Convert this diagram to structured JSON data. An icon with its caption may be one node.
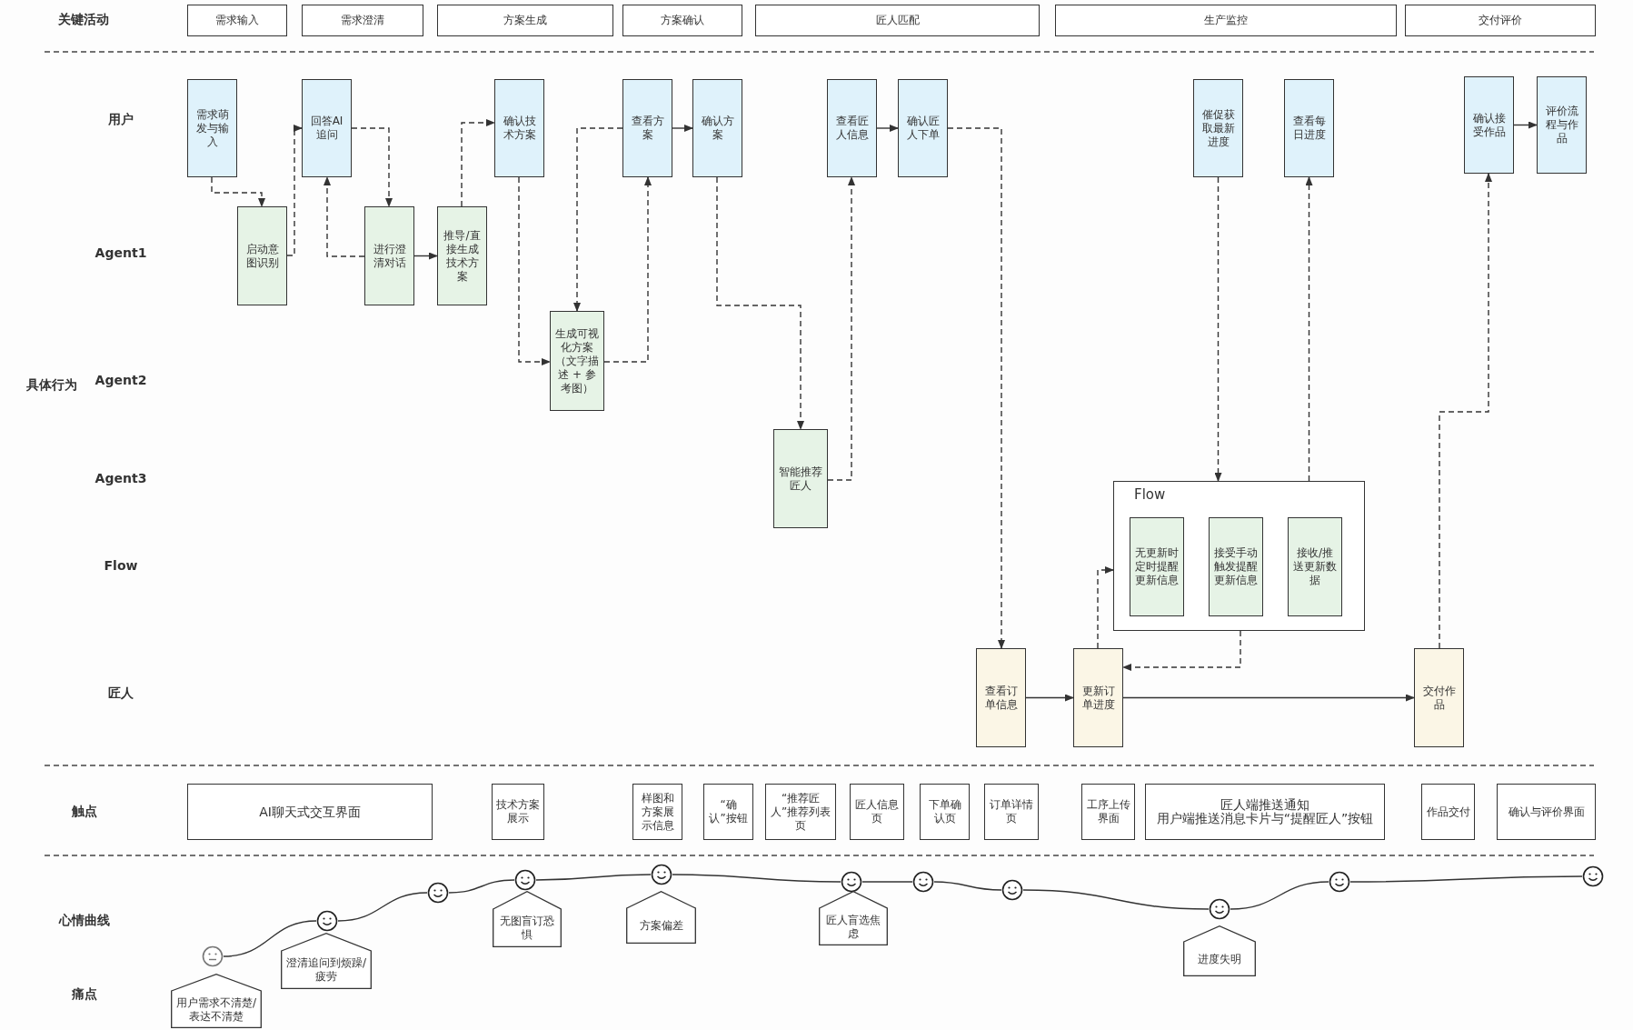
{
  "diagram": {
    "nodes": [
      {
        "text": [
          "需求输入"
        ]
      },
      {
        "text": [
          "需求澄清"
        ]
      },
      {
        "text": [
          "方案生成"
        ]
      },
      {
        "text": [
          "方案确认"
        ]
      },
      {
        "text": [
          "匠人匹配"
        ]
      },
      {
        "text": [
          "生产监控"
        ]
      },
      {
        "text": [
          "交付评价"
        ]
      },
      {
        "text": [
          "需求萌发与输入"
        ]
      },
      {
        "text": [
          "回答AI追问"
        ]
      },
      {
        "text": [
          "确认技术方案"
        ]
      },
      {
        "text": [
          "查看方案"
        ]
      },
      {
        "text": [
          "确认方案"
        ]
      },
      {
        "text": [
          "查看匠人信息"
        ]
      },
      {
        "text": [
          "确认匠人下单"
        ]
      },
      {
        "text": [
          "催促获取最新进度"
        ]
      },
      {
        "text": [
          "查看每日进度"
        ]
      },
      {
        "text": [
          "确认接受作品"
        ]
      },
      {
        "text": [
          "评价流程与作品"
        ]
      },
      {
        "text": [
          "启动意图识别"
        ]
      },
      {
        "text": [
          "进行澄清对话"
        ]
      },
      {
        "text": [
          "推导/直接生成技术方案"
        ]
      },
      {
        "text": [
          "生成可视化方案（文字描述 + 参考图）"
        ]
      },
      {
        "text": [
          "智能推荐匠人"
        ]
      },
      {
        "text": [
          "Flow"
        ]
      },
      {
        "text": [
          "无更新时定时提醒更新信息"
        ],
        "in": 23
      },
      {
        "text": [
          "接受手动触发提醒更新信息"
        ],
        "in": 23
      },
      {
        "text": [
          "接收/推送更新数据"
        ],
        "in": 23
      },
      {
        "text": [
          "查看订单信息"
        ]
      },
      {
        "text": [
          "更新订单进度"
        ]
      },
      {
        "text": [
          "交付作品"
        ]
      },
      {
        "text": [
          "AI聊天式交互界面"
        ]
      },
      {
        "text": [
          "技术方案展示"
        ]
      },
      {
        "text": [
          "样图和方案展示信息"
        ]
      },
      {
        "text": [
          "“确认”按钮"
        ]
      },
      {
        "text": [
          "“推荐匠人”推荐列表页"
        ]
      },
      {
        "text": [
          "匠人信息页"
        ]
      },
      {
        "text": [
          "下单确认页"
        ]
      },
      {
        "text": [
          "订单详情页"
        ]
      },
      {
        "text": [
          "工序上传界面"
        ]
      },
      {
        "text": [
          "匠人端推送通知",
          "用户端推送消息卡片与“提醒匠人”按钮"
        ]
      },
      {
        "text": [
          "作品交付"
        ]
      },
      {
        "text": [
          "确认与评价界面"
        ]
      },
      {
        "text": [],
        "shape": "circle"
      },
      {
        "text": [],
        "shape": "circle"
      },
      {
        "text": [],
        "shape": "circle"
      },
      {
        "text": [],
        "shape": "circle"
      },
      {
        "text": [],
        "shape": "circle"
      },
      {
        "text": [],
        "shape": "circle"
      },
      {
        "text": [],
        "shape": "circle"
      },
      {
        "text": [],
        "shape": "circle"
      },
      {
        "text": [],
        "shape": "circle"
      },
      {
        "text": [],
        "shape": "circle"
      },
      {
        "text": [],
        "shape": "circle"
      },
      {
        "text": [
          "用户需求不清楚/表达不清楚"
        ]
      },
      {
        "text": [
          "澄清追问到烦躁/疲劳"
        ]
      },
      {
        "text": [
          "无图盲订恐惧"
        ]
      },
      {
        "text": [
          "方案偏差"
        ]
      },
      {
        "text": [
          "匠人盲选焦虑"
        ]
      },
      {
        "text": [
          "进度失明"
        ]
      }
    ],
    "edges": [
      {
        "from": 7,
        "to": 18,
        "arrow": "to",
        "style": "dashed"
      },
      {
        "from": 18,
        "to": 8,
        "arrow": "to",
        "style": "dashed"
      },
      {
        "from": 8,
        "to": 19,
        "arrow": "to",
        "style": "dashed"
      },
      {
        "from": 19,
        "to": 8,
        "arrow": "to",
        "style": "dashed"
      },
      {
        "from": 19,
        "to": 20,
        "arrow": "to"
      },
      {
        "from": 20,
        "to": 9,
        "arrow": "to",
        "style": "dashed"
      },
      {
        "from": 9,
        "to": 21,
        "arrow": "to",
        "style": "dashed"
      },
      {
        "from": 21,
        "to": 10,
        "arrow": "to",
        "style": "dashed"
      },
      {
        "from": 10,
        "to": 21,
        "arrow": "to",
        "style": "dashed"
      },
      {
        "from": 10,
        "to": 11,
        "arrow": "to"
      },
      {
        "from": 11,
        "to": 22,
        "arrow": "to",
        "style": "dashed"
      },
      {
        "from": 22,
        "to": 12,
        "arrow": "to",
        "style": "dashed"
      },
      {
        "from": 12,
        "to": 13,
        "arrow": "to"
      },
      {
        "from": 13,
        "to": 27,
        "arrow": "to",
        "style": "dashed"
      },
      {
        "from": 14,
        "to": 23,
        "arrow": "to",
        "style": "dashed"
      },
      {
        "from": 23,
        "to": 15,
        "arrow": "to",
        "style": "dashed"
      },
      {
        "from": 28,
        "to": 23,
        "arrow": "to",
        "style": "dashed"
      },
      {
        "from": 23,
        "to": 28,
        "arrow": "to",
        "style": "dashed"
      },
      {
        "from": 27,
        "to": 28,
        "arrow": "to"
      },
      {
        "from": 28,
        "to": 29,
        "arrow": "to"
      },
      {
        "from": 29,
        "to": 16,
        "arrow": "to",
        "style": "dashed"
      },
      {
        "from": 16,
        "to": 17,
        "arrow": "to"
      },
      {
        "from": 42,
        "to": 43,
        "arrow": "none"
      },
      {
        "from": 43,
        "to": 44,
        "arrow": "none"
      },
      {
        "from": 44,
        "to": 45,
        "arrow": "none"
      },
      {
        "from": 45,
        "to": 46,
        "arrow": "none"
      },
      {
        "from": 46,
        "to": 47,
        "arrow": "none"
      },
      {
        "from": 47,
        "to": 48,
        "arrow": "none"
      },
      {
        "from": 48,
        "to": 49,
        "arrow": "none"
      },
      {
        "from": 49,
        "to": 50,
        "arrow": "none"
      },
      {
        "from": 50,
        "to": 51,
        "arrow": "none"
      },
      {
        "from": 51,
        "to": 52,
        "arrow": "none"
      }
    ],
    "labels": [
      "关键活动",
      "用户",
      "Agent1",
      "具体行为",
      "Agent2",
      "Agent3",
      "Flow",
      "匠人",
      "触点",
      "心情曲线",
      "痛点"
    ]
  }
}
